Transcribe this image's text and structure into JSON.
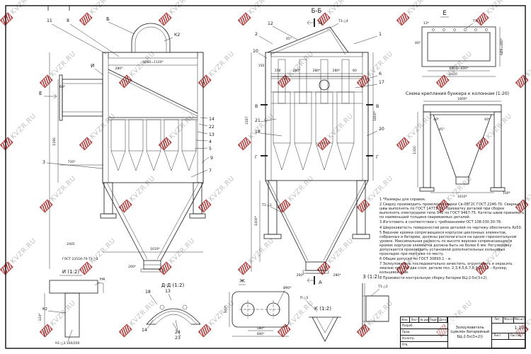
{
  "watermark": {
    "text": "KVZR.RU"
  },
  "left_view": {
    "balloons": {
      "b11": "11",
      "b8": "8",
      "b3": "3",
      "b14": "14",
      "b22": "22",
      "b13": "13",
      "b4": "4",
      "b5": "5",
      "b9": "9",
      "b7": "7"
    },
    "markers": {
      "b": "Б",
      "i": "И",
      "e": "Е",
      "k2": "К2"
    },
    "dims": {
      "d1": "4Ø80=1120*",
      "d2": "280*",
      "d3": "1180",
      "d4": "710*",
      "d5": "2405",
      "d6": "1610*",
      "d7": "200*",
      "d8": "60*",
      "weld": "ГОСТ 23518-79-Т1-△2"
    }
  },
  "section_bb": {
    "title": "Б-Б",
    "marker_a": "А",
    "markers": {
      "v": "В",
      "g": "Г"
    },
    "balloons": {
      "b12": "12",
      "b2": "2",
      "b10": "10",
      "b21": "21",
      "b18": "18",
      "b1": "1",
      "b6": "6",
      "b17": "17",
      "b20": "20"
    },
    "dims": {
      "r1": "158",
      "r2": "280*",
      "r3": "280*",
      "r4": "280*",
      "r5": "60",
      "v1": "2187",
      "v2": "150",
      "v3": "1800*",
      "v4": "1400*",
      "a1": "45°",
      "o1": "200*",
      "o2": "280*"
    },
    "welds": {
      "w1": "Т3-△4",
      "w2": "Т1-△3"
    }
  },
  "detail_e": {
    "title": "Е",
    "dims": {
      "d1": "13*",
      "d2": "6Ø10=600*",
      "d3": "1020",
      "d4": "6Ø8=480*",
      "d5": "40*"
    },
    "weld": "Т3-△4"
  },
  "scheme": {
    "title": "Схема крепления бункера к колоннам (1:20)",
    "dims": {
      "d1": "1800*",
      "d2": "40*",
      "d3": "40*",
      "d4": "1320",
      "d5": "1610*",
      "d6": "100*",
      "d7": "45°"
    }
  },
  "detail_i": {
    "title": "И (1:2)",
    "labels": {
      "l1": "Н4",
      "l2": "К2"
    },
    "dims": {
      "d1": "124*"
    },
    "weld": "Н1-△3-100/200"
  },
  "detail_dd": {
    "title": "Д-Д (1:2)",
    "balloons": {
      "b18": "18",
      "b13": "13",
      "b14": "14",
      "b24": "24",
      "b23": "23"
    }
  },
  "detail_zh": {
    "title": "Ж",
    "dims": {
      "d1": "300*",
      "d2": "180*",
      "d3": "400*",
      "d4": "Ø90*"
    }
  },
  "detail_z": {
    "title": "З (1:2)",
    "weld": "Т1-△3"
  },
  "detail_k": {
    "title": "К (1:2)",
    "weld": "П-△5"
  },
  "notes": [
    "1 *Размеры для справок.",
    "2 Сварку производить проволокой марки Св-08Г2С ГОСТ 2246-70. Сварные швы выполнять по ГОСТ 14771-76. Прихватку деталей при сборке выполнять электродами типа Э42 по ГОСТ 9467-75. Катеты швов принимать по наименьшей толщине свариваемых деталей.",
    "3 Изготовить в соответствии с требованиями ОСТ 108.030.30-78.",
    "4 Шероховатость поверхностей реза деталей по чертежу обеспечить Rz50.",
    "5 Верхние кромки сопрягающихся корпусов циклонных элементов, собранных в батарею, должны располагаться на одном горизонтальном уровне. Максимальная разность по высоте верхних соприкасающихся кромок корпусов элементов должна быть не более 6 мм. Регулировку допускается производить установкой дополнительных кольцевых прокладок при монтаже по месту.",
    "6 Общие допуски по ГОСТ 30893.1 – в.",
    "7 Золоуловитель последовательно зачистить, огрунтовать и окрасить эмалью поз. 9 в два слоя: детали поз. 2,3,4,5,6,7,8,9,10,11 – бункер, кольцевой шов.",
    "8 Произвести контрольную сборку батареи БЦ-2-5х(3+2)."
  ],
  "title_block": {
    "header": {
      "c1": "Изм.",
      "c2": "Лист",
      "c3": "№ докум.",
      "c4": "Подп.",
      "c5": "Дата"
    },
    "rows": {
      "r1": "Разраб.",
      "r2": "Пров.",
      "r3": "Н.контр.",
      "r4": "Утв."
    },
    "title": "Золоуловитель (циклон батарейный БЦ-2-5х(3+2))",
    "lit": "Лит.",
    "mass": "Масса",
    "scale_label": "Масштаб",
    "scale": "1:10",
    "sheet": "Лист",
    "sheets": "Листов"
  }
}
